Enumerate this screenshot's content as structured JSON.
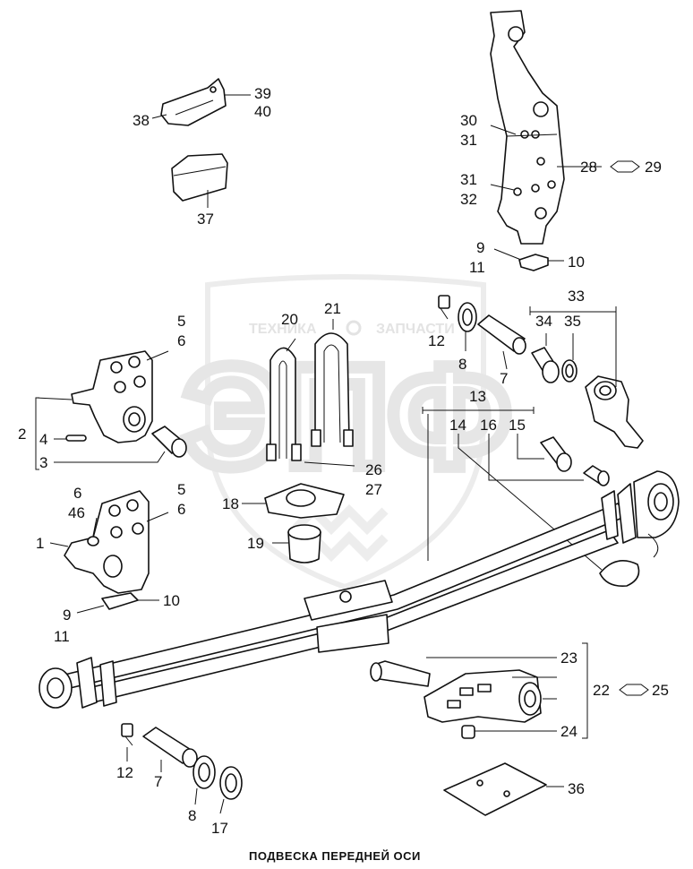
{
  "caption": "ПОДВЕСКА ПЕРЕДНЕЙ ОСИ",
  "watermark": {
    "line1": "ТЕХНИКА",
    "line2": "ЗАПЧАСТИ",
    "logo": "ЭПФ"
  },
  "labels": {
    "l39": "39",
    "l40": "40",
    "l38": "38",
    "l37": "37",
    "l30": "30",
    "l31a": "31",
    "l31b": "31",
    "l32": "32",
    "l28_29": "28",
    "l29": "29",
    "l9a": "9",
    "l11a": "11",
    "l10a": "10",
    "l33": "33",
    "l34": "34",
    "l35": "35",
    "l12a": "12",
    "l8a": "8",
    "l7a": "7",
    "l20": "20",
    "l21": "21",
    "l5a": "5",
    "l6a": "6",
    "l2": "2",
    "l4": "4",
    "l3": "3",
    "l13": "13",
    "l14": "14",
    "l16": "16",
    "l15": "15",
    "l26": "26",
    "l27": "27",
    "l6b": "6",
    "l46": "46",
    "l5b": "5",
    "l6c": "6",
    "l1": "1",
    "l18": "18",
    "l19": "19",
    "l9b": "9",
    "l11b": "11",
    "l10b": "10",
    "l23": "23",
    "l22": "22",
    "l25": "25",
    "l24": "24",
    "l12b": "12",
    "l7b": "7",
    "l8b": "8",
    "l17": "17",
    "l36": "36"
  },
  "colors": {
    "line": "#111111",
    "watermark": "#e3e3e3"
  }
}
